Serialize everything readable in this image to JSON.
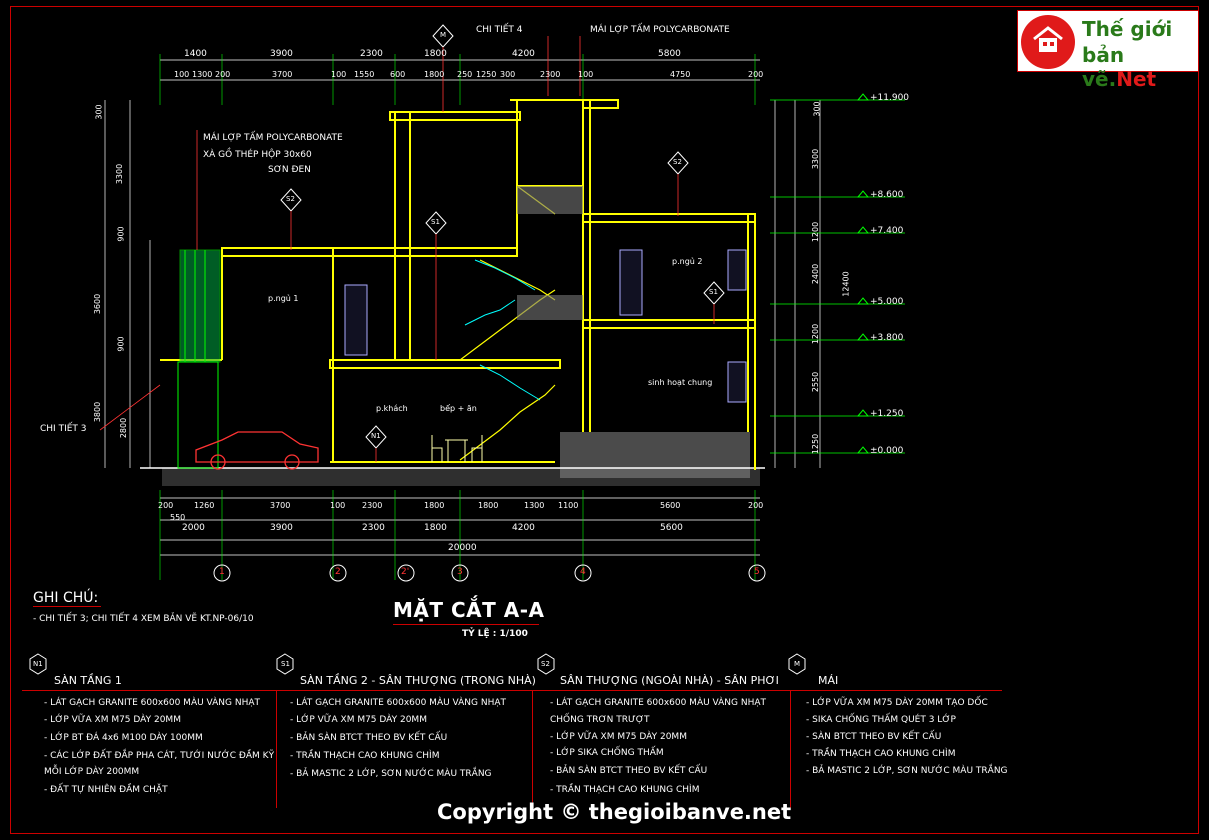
{
  "logo": {
    "line1": "Thế giới",
    "line2_main": "bản vẽ.",
    "line2_accent": "Net"
  },
  "drawing": {
    "title": "MẶT CẮT A-A",
    "scale": "TỶ LỆ : 1/100",
    "top_labels": {
      "detail4": "CHI TIẾT 4",
      "roof": "MÁI LỢP TẤM POLYCARBONATE"
    },
    "left_note": {
      "line1": "MÁI LỢP TẤM POLYCARBONATE",
      "line2": "XÀ GỒ THÉP HỘP 30x60",
      "line3": "SƠN ĐEN"
    },
    "detail3": "CHI TIẾT 3",
    "rooms": {
      "bedroom1": "p.ngủ 1",
      "bedroom2": "p.ngủ 2",
      "living": "p.khách",
      "kitchen": "bếp + ăn",
      "family": "sinh hoạt chung"
    },
    "top_dims_row1": [
      "1400",
      "3900",
      "2300",
      "1800",
      "4200",
      "5800"
    ],
    "top_dims_row2": [
      "100",
      "1300",
      "200",
      "3700",
      "100",
      "1550",
      "600",
      "1800",
      "250",
      "1250",
      "300",
      "2300",
      "100",
      "4750",
      "200"
    ],
    "bottom_dims_row1": [
      "200",
      "1260",
      "3700",
      "100",
      "2300",
      "1800",
      "1800",
      "1300",
      "1100",
      "5600",
      "200"
    ],
    "bottom_dims_row2": [
      "2000",
      "3900",
      "2300",
      "1800",
      "4200",
      "5600"
    ],
    "bottom_total": "20000",
    "bottom_small": "550",
    "axes": [
      "1",
      "2",
      "2'",
      "3",
      "4",
      "5"
    ],
    "levels": [
      "+11.900",
      "+8.600",
      "+7.400",
      "+5.000",
      "+3.800",
      "+1.250",
      "±0.000"
    ],
    "right_dims_a": [
      "300",
      "3300",
      "1200",
      "2400",
      "1200",
      "2550",
      "1250"
    ],
    "right_dims_total": "12400",
    "left_dims_a": [
      "300",
      "3300",
      "900",
      "3600",
      "900",
      "3800",
      "2800"
    ],
    "bubbles": {
      "roof": "M",
      "s1": "S1",
      "s2": "S2",
      "n1": "N1"
    }
  },
  "notes": {
    "title": "GHI CHÚ:",
    "text": "- CHI TIẾT 3; CHI TIẾT 4 XEM BẢN VẼ KT.NP-06/10"
  },
  "specs": [
    {
      "tag": "N1",
      "title": "SÀN TẦNG 1",
      "items": [
        "- LÁT GẠCH GRANITE 600x600 MÀU VÀNG NHẠT",
        "- LỚP VỮA XM M75 DÀY 20MM",
        "- LỚP BT ĐÁ 4x6 M100 DÀY 100MM",
        "- CÁC LỚP ĐẤT ĐẮP PHA CÁT, TƯỚI NƯỚC ĐẦM KỸ",
        "  MỖI LỚP DÀY 200MM",
        "- ĐẤT TỰ NHIÊN ĐẦM CHẶT"
      ]
    },
    {
      "tag": "S1",
      "title": "SÀN TẦNG 2 - SÂN THƯỢNG (TRONG NHÀ)",
      "items": [
        "- LÁT GẠCH GRANITE 600x600 MÀU VÀNG NHẠT",
        "- LỚP VỮA XM M75 DÀY 20MM",
        "- BẢN SÀN BTCT THEO BV KẾT CẤU",
        "- TRẦN THẠCH CAO KHUNG CHÌM",
        "- BẢ MASTIC 2 LỚP, SƠN NƯỚC MÀU TRẮNG"
      ]
    },
    {
      "tag": "S2",
      "title": "SÂN THƯỢNG (NGOÀI NHÀ) - SÂN PHƠI",
      "items": [
        "- LÁT GẠCH GRANITE 600x600 MÀU VÀNG NHẠT",
        "  CHỐNG TRƠN TRƯỢT",
        "- LỚP VỮA XM M75 DÀY 20MM",
        "- LỚP SIKA CHỐNG THẤM",
        "- BẢN SÀN BTCT THEO BV KẾT CẤU",
        "- TRẦN THẠCH CAO KHUNG CHÌM"
      ]
    },
    {
      "tag": "M",
      "title": "MÁI",
      "items": [
        "- LỚP VỮA XM M75 DÀY 20MM TẠO DỐC",
        "- SIKA CHỐNG THẤM QUÉT 3 LỚP",
        "- SÀN BTCT THEO BV KẾT CẤU",
        "- TRẦN THẠCH CAO KHUNG CHÌM",
        "- BẢ MASTIC 2 LỚP, SƠN NƯỚC MÀU TRẮNG"
      ]
    }
  ],
  "copyright": "Copyright © thegioibanve.net"
}
